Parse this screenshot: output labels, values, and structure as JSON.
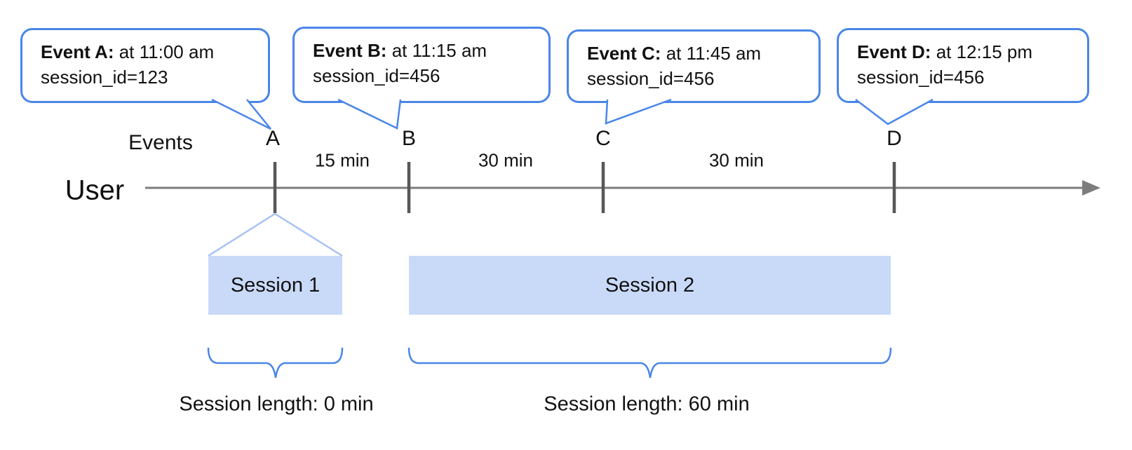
{
  "bubbles": [
    {
      "bold": "Event A:",
      "time": " at 11:00 am",
      "session": "session_id=123"
    },
    {
      "bold": "Event B:",
      "time": " at 11:15 am",
      "session": "session_id=456"
    },
    {
      "bold": "Event C:",
      "time": " at 11:45 am",
      "session": "session_id=456"
    },
    {
      "bold": "Event D:",
      "time": " at 12:15 pm",
      "session": "session_id=456"
    }
  ],
  "timeline": {
    "events_label": "Events",
    "user_label": "User",
    "event_letters": [
      "A",
      "B",
      "C",
      "D"
    ],
    "gap_labels": [
      "15 min",
      "30 min",
      "30 min"
    ]
  },
  "sessions": [
    {
      "label": "Session 1",
      "length": "Session length: 0 min"
    },
    {
      "label": "Session 2",
      "length": "Session length: 60 min"
    }
  ],
  "colors": {
    "bubble_border": "#4a86e8",
    "session_fill": "#c9daf8",
    "funnel_line": "#a4c2f4",
    "brace": "#4a86e8",
    "axis_line": "#7d7d7d",
    "tick": "#575757"
  }
}
